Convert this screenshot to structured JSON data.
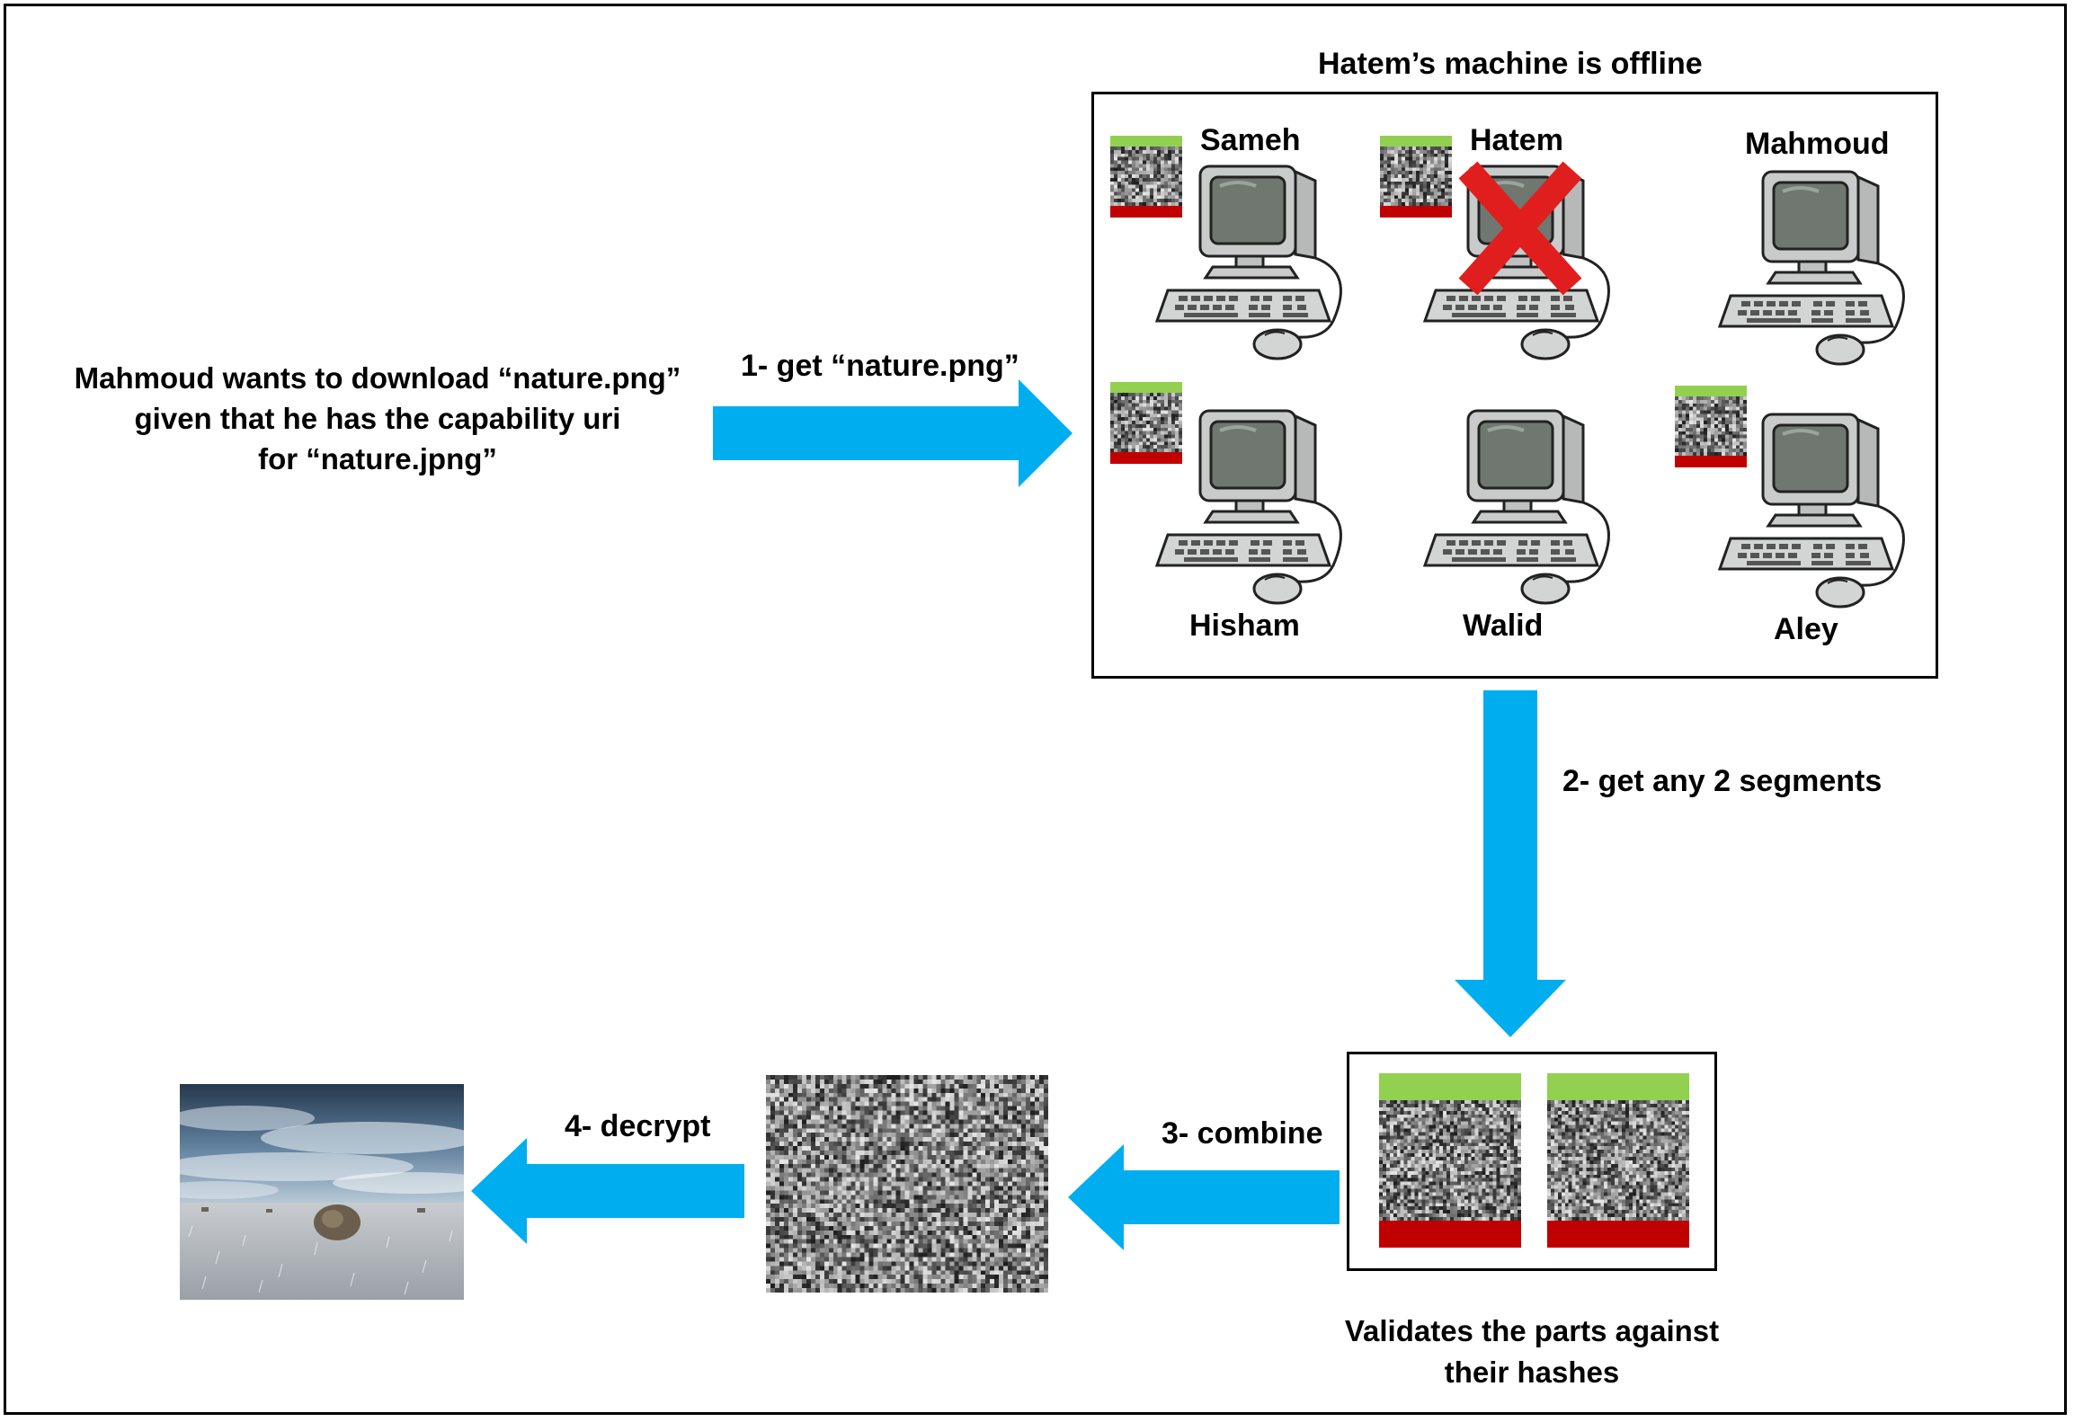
{
  "colors": {
    "arrow": "#00AEEF",
    "hash_green": "#92D050",
    "hash_red": "#C00000",
    "offline_x": "#E11E1E"
  },
  "intro": {
    "line1": "Mahmoud wants to download “nature.png”",
    "line2": "given that he has the capability uri",
    "line3": "for “nature.jpng”"
  },
  "steps": {
    "get_file": "1-  get “nature.png”",
    "get_segments": "2- get any 2 segments",
    "combine": "3- combine",
    "decrypt": "4- decrypt"
  },
  "network": {
    "title": "Hatem’s machine is offline",
    "machines": [
      {
        "name": "Sameh",
        "has_segment": true,
        "offline": false
      },
      {
        "name": "Hatem",
        "has_segment": true,
        "offline": true
      },
      {
        "name": "Mahmoud",
        "has_segment": false,
        "offline": false
      },
      {
        "name": "Hisham",
        "has_segment": true,
        "offline": false
      },
      {
        "name": "Walid",
        "has_segment": false,
        "offline": false
      },
      {
        "name": "Aley",
        "has_segment": true,
        "offline": false
      }
    ]
  },
  "validation": {
    "caption_line1": "Validates the parts against",
    "caption_line2": "their hashes"
  },
  "icons": {
    "computer": "desktop-computer-icon",
    "offline": "red-x-icon",
    "photo": "nature-photo-landscape"
  }
}
